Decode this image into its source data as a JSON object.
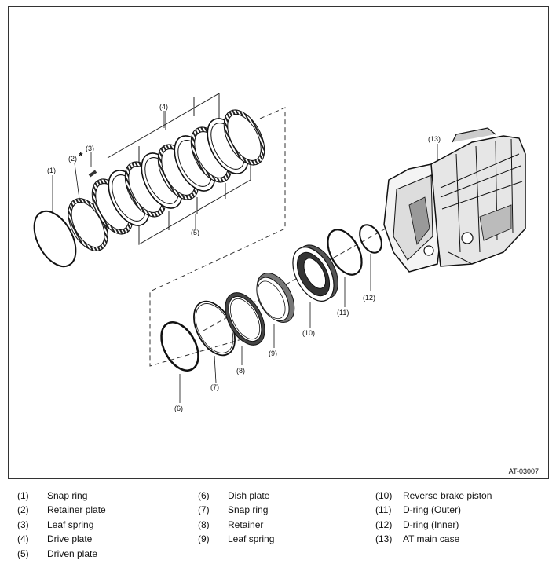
{
  "figure_code": "AT-03007",
  "callouts": [
    {
      "id": "c1",
      "text": "(1)"
    },
    {
      "id": "c2",
      "text": "(2)"
    },
    {
      "id": "c2s",
      "text": "*"
    },
    {
      "id": "c3",
      "text": "(3)"
    },
    {
      "id": "c4",
      "text": "(4)"
    },
    {
      "id": "c5",
      "text": "(5)"
    },
    {
      "id": "c6",
      "text": "(6)"
    },
    {
      "id": "c7",
      "text": "(7)"
    },
    {
      "id": "c8",
      "text": "(8)"
    },
    {
      "id": "c9",
      "text": "(9)"
    },
    {
      "id": "c10",
      "text": "(10)"
    },
    {
      "id": "c11",
      "text": "(11)"
    },
    {
      "id": "c12",
      "text": "(12)"
    },
    {
      "id": "c13",
      "text": "(13)"
    }
  ],
  "legend": {
    "col1": [
      {
        "num": "(1)",
        "label": "Snap ring"
      },
      {
        "num": "(2)",
        "label": "Retainer plate"
      },
      {
        "num": "(3)",
        "label": "Leaf spring"
      },
      {
        "num": "(4)",
        "label": "Drive plate"
      },
      {
        "num": "(5)",
        "label": "Driven plate"
      }
    ],
    "col2": [
      {
        "num": "(6)",
        "label": "Dish plate"
      },
      {
        "num": "(7)",
        "label": "Snap ring"
      },
      {
        "num": "(8)",
        "label": "Retainer"
      },
      {
        "num": "(9)",
        "label": "Leaf spring"
      }
    ],
    "col3": [
      {
        "num": "(10)",
        "label": "Reverse brake piston"
      },
      {
        "num": "(11)",
        "label": "D-ring (Outer)"
      },
      {
        "num": "(12)",
        "label": "D-ring (Inner)"
      },
      {
        "num": "(13)",
        "label": "AT main case"
      }
    ]
  }
}
